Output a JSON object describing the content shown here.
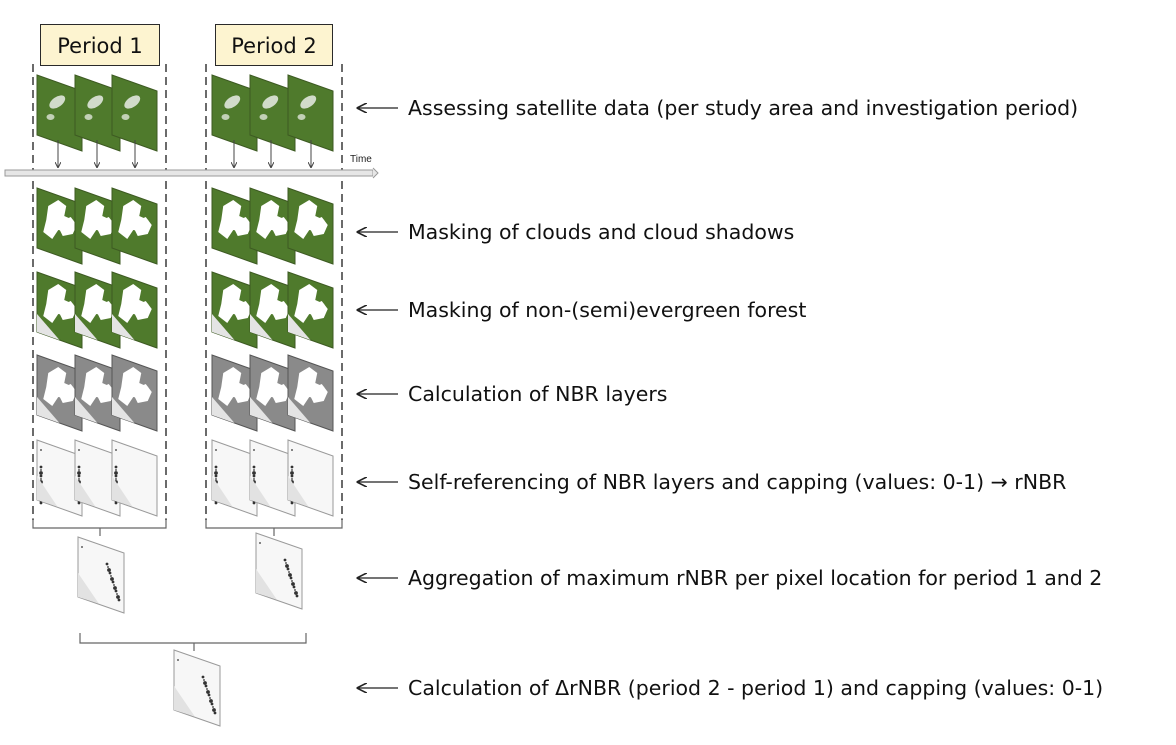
{
  "periods": [
    "Period 1",
    "Period 2"
  ],
  "time_label": "Time",
  "steps": [
    {
      "label": "Assessing satellite data (per study area and investigation period)"
    },
    {
      "label": "Masking of clouds and cloud shadows"
    },
    {
      "label": "Masking of non-(semi)evergreen forest"
    },
    {
      "label": "Calculation of NBR layers"
    },
    {
      "label": "Self-referencing of NBR layers and capping (values: 0-1) → rNBR"
    },
    {
      "label": "Aggregation of maximum rNBR per pixel location for period 1 and 2"
    },
    {
      "label": "Calculation of ΔrNBR (period 2 - period 1) and capping (values: 0-1)"
    }
  ],
  "tile_kinds": [
    "satellite",
    "cloud-masked",
    "forest-masked",
    "nbr-layer",
    "rnbr-layer",
    "aggregated-rnbr",
    "delta-rnbr"
  ],
  "colors": {
    "period_fill": "#fdf4d0",
    "forest_green": "#4f7a2c",
    "cloud_white": "#ffffff",
    "nbr_gray": "#8a8a8a",
    "dashed_line": "#6b6b6b",
    "axis": "#888888"
  }
}
